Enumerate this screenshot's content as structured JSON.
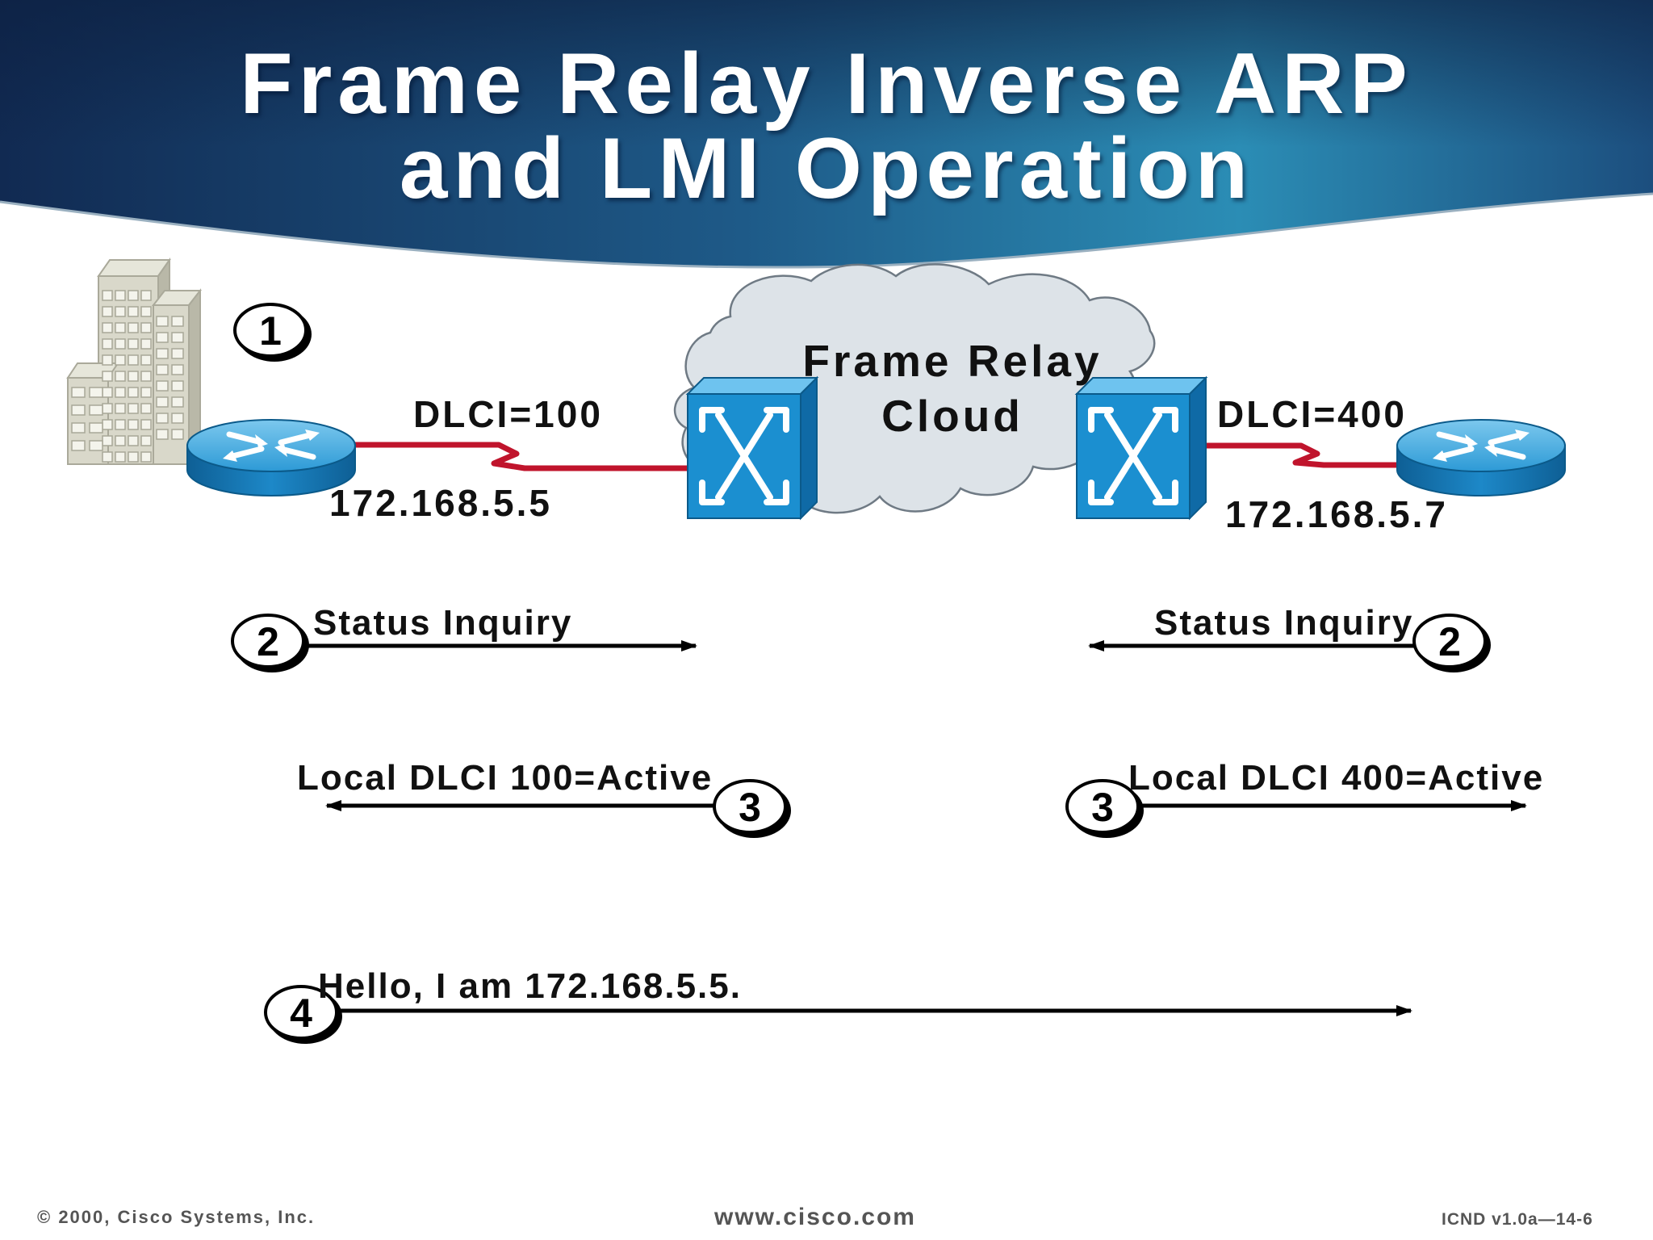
{
  "title": {
    "line1": "Frame Relay Inverse ARP",
    "line2": "and LMI Operation"
  },
  "cloud": {
    "line1": "Frame Relay",
    "line2": "Cloud"
  },
  "left_router": {
    "dlci": "DLCI=100",
    "ip": "172.168.5.5"
  },
  "right_router": {
    "dlci": "DLCI=400",
    "ip": "172.168.5.7"
  },
  "steps": {
    "step1": "1",
    "left_status": {
      "number": "2",
      "text": "Status Inquiry"
    },
    "right_status": {
      "number": "2",
      "text": "Status Inquiry"
    },
    "left_active": {
      "number": "3",
      "text": "Local DLCI 100=Active"
    },
    "right_active": {
      "number": "3",
      "text": "Local DLCI 400=Active"
    },
    "hello": {
      "number": "4",
      "text": "Hello, I am 172.168.5.5."
    }
  },
  "footer": {
    "copyright": "© 2000, Cisco Systems, Inc.",
    "website": "www.cisco.com",
    "course": "ICND v1.0a—14-6"
  },
  "colors": {
    "header_dark": "#16325e",
    "header_light": "#2a8ab0",
    "serial_line": "#c0142c",
    "device_blue": "#1b8fd0",
    "cloud_fill": "#dde3e8"
  },
  "icons": [
    "building-icon",
    "router-icon",
    "frame-relay-switch-icon",
    "cloud-icon"
  ]
}
